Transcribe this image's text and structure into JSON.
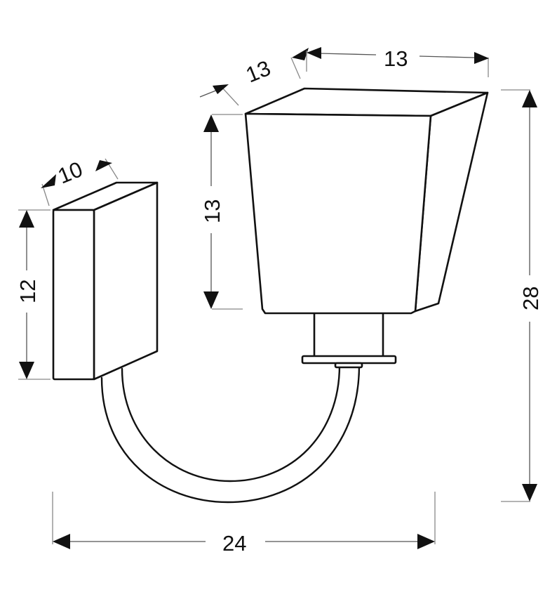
{
  "drawing": {
    "title": "Wall lamp dimension drawing",
    "units": "cm",
    "line_color": "#111111",
    "dimension_color": "#555555",
    "background": "#ffffff"
  },
  "dimensions": {
    "backplate_depth": "10",
    "backplate_height": "12",
    "shade_depth": "13",
    "shade_width": "13",
    "shade_height": "13",
    "total_height": "28",
    "total_width": "24"
  },
  "components": [
    "backplate",
    "curved-arm",
    "socket-holder",
    "flange",
    "shade"
  ]
}
